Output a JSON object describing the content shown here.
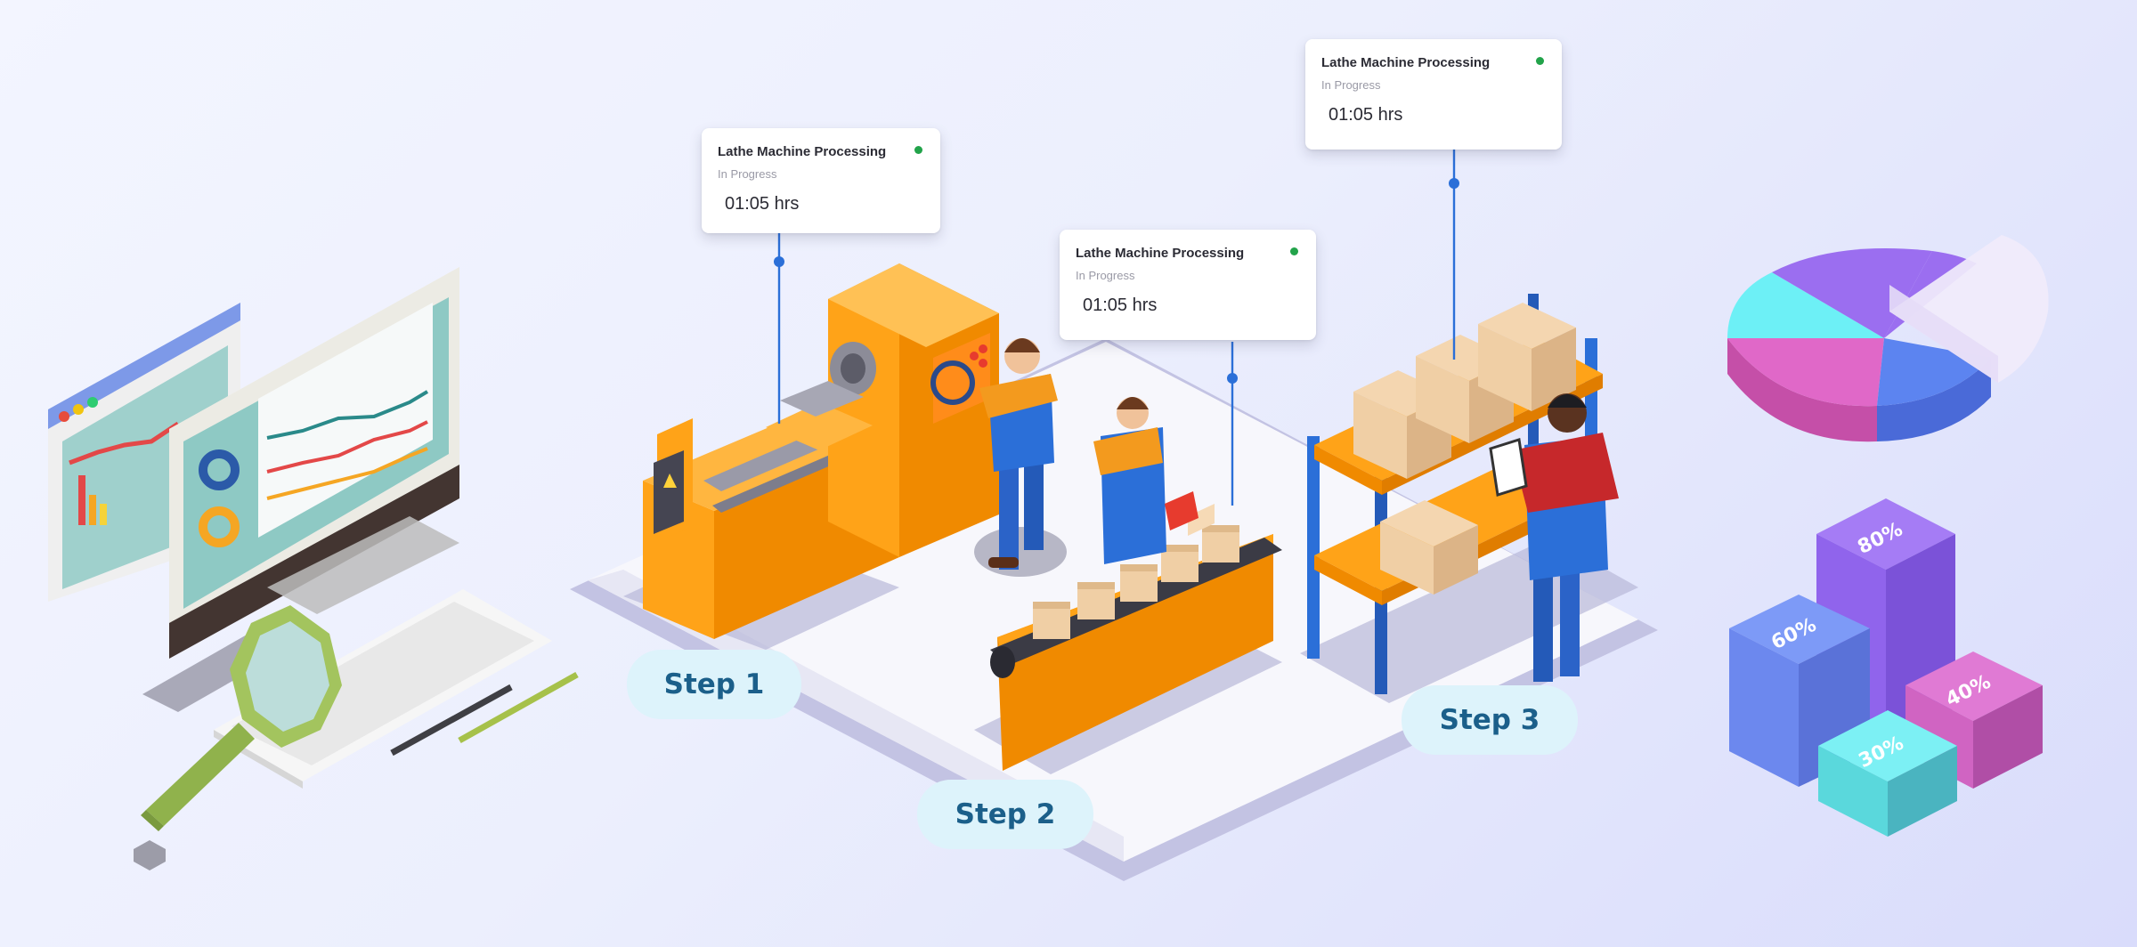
{
  "colors": {
    "machine_orange": "#ffa318",
    "machine_orange_dark": "#f08a00",
    "steel_blue": "#2b6fd8",
    "status_green": "#22a34a",
    "step_bg": "#ddf3fb",
    "step_text": "#1b5f8a"
  },
  "process_cards": [
    {
      "title": "Lathe Machine Processing",
      "status": "In Progress",
      "time": "01:05 hrs"
    },
    {
      "title": "Lathe Machine Processing",
      "status": "In Progress",
      "time": "01:05 hrs"
    },
    {
      "title": "Lathe Machine Processing",
      "status": "In Progress",
      "time": "01:05 hrs"
    }
  ],
  "steps": [
    {
      "label": "Step 1"
    },
    {
      "label": "Step 2"
    },
    {
      "label": "Step 3"
    }
  ],
  "cubes": [
    {
      "label": "80%"
    },
    {
      "label": "60%"
    },
    {
      "label": "40%"
    },
    {
      "label": "30%"
    }
  ],
  "icons": {
    "monitor": "dashboard-monitor-icon",
    "magnifier": "magnifying-glass-icon",
    "pie": "pie-chart-icon",
    "status": "status-dot-icon"
  }
}
